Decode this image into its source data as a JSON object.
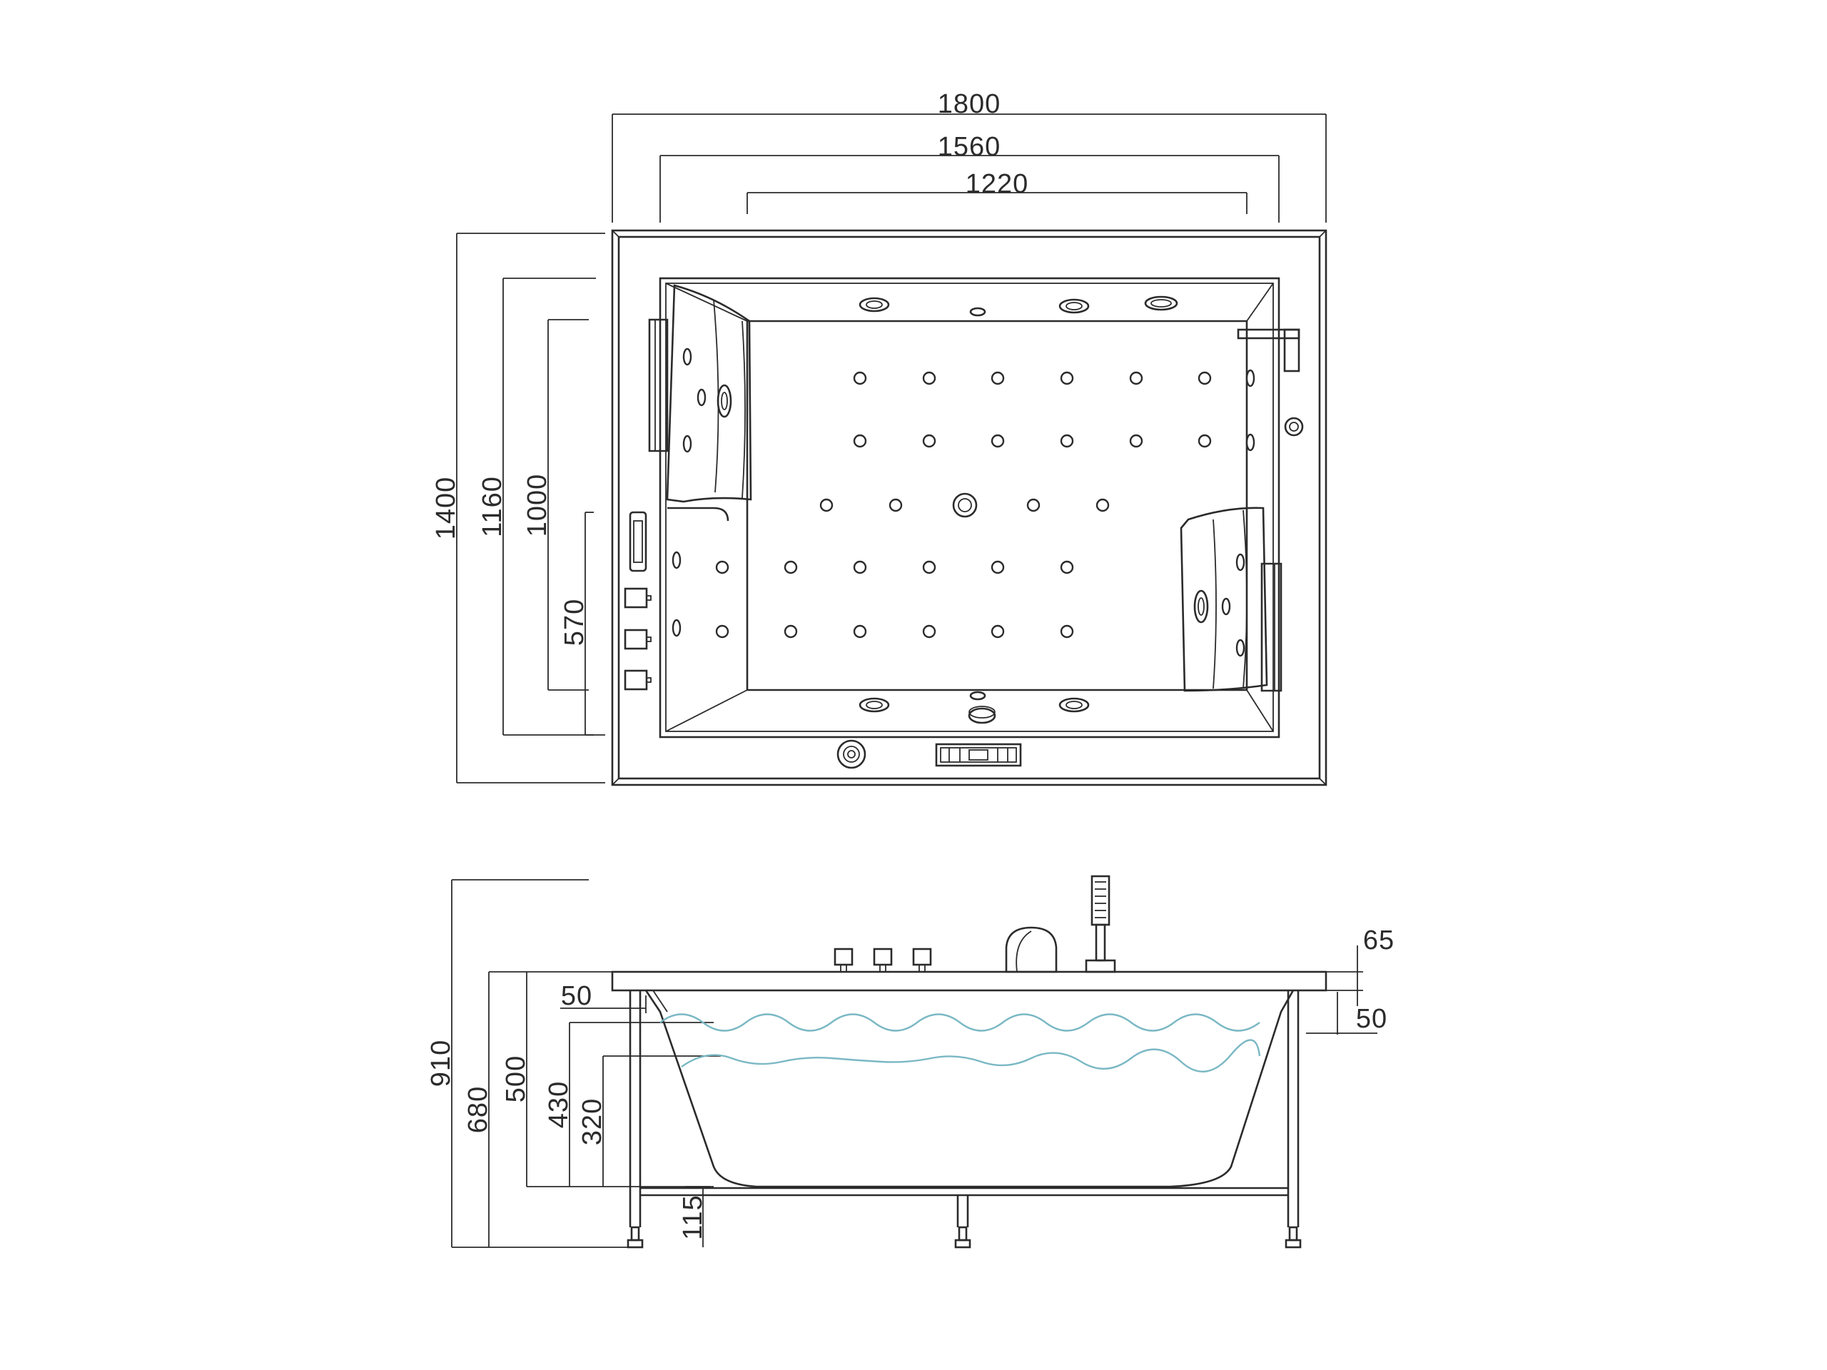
{
  "top_view": {
    "horizontal_dims": [
      "1800",
      "1560",
      "1220"
    ],
    "vertical_dims": [
      "1400",
      "1160",
      "1000",
      "570"
    ]
  },
  "side_view": {
    "left_dims": [
      "910",
      "680",
      "500",
      "430",
      "320",
      "50",
      "115"
    ],
    "right_dims": [
      "65",
      "50"
    ]
  },
  "colors": {
    "line": "#2b2b2b",
    "water": "#7ab8c4",
    "background": "#ffffff"
  }
}
